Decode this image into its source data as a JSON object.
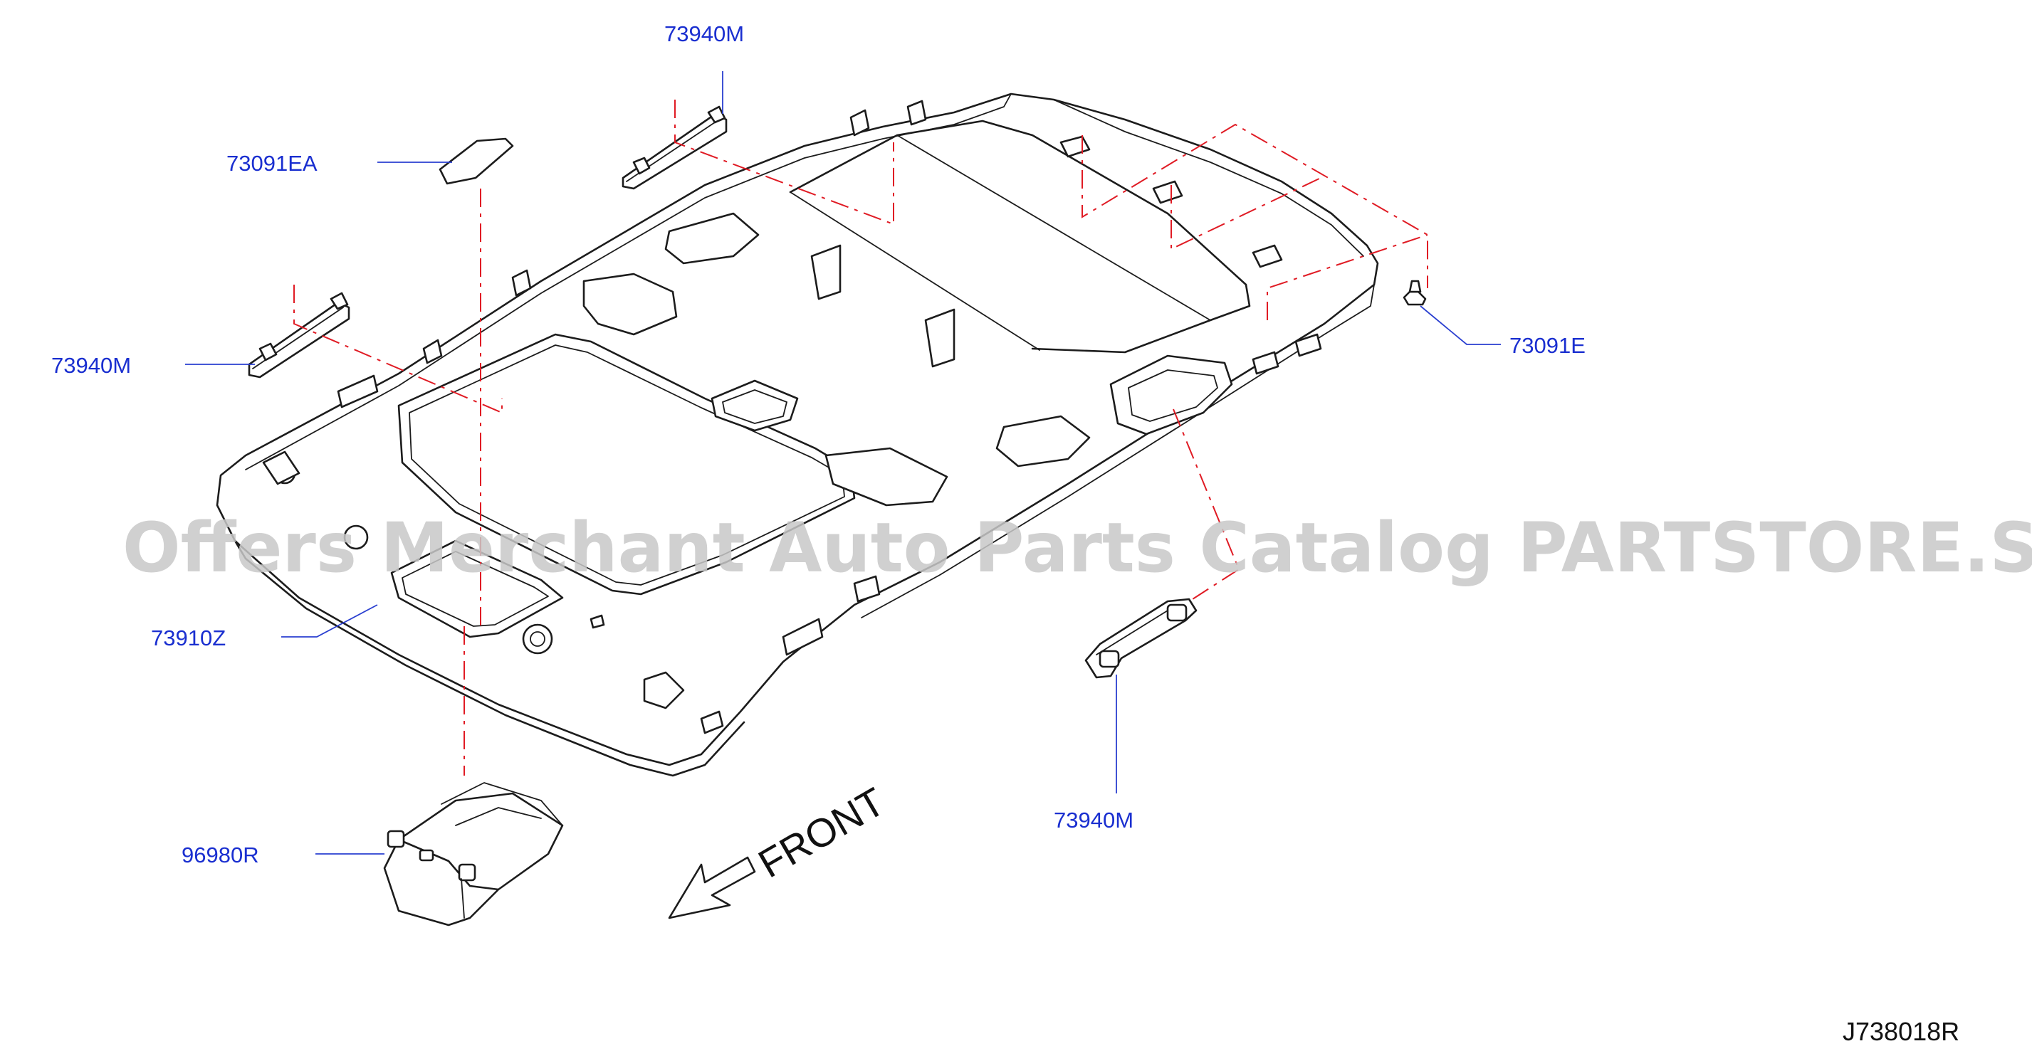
{
  "watermark": "Offers Merchant Auto Parts Catalog PARTSTORE.SA",
  "direction_label": "FRONT",
  "diagram_code": "J738018R",
  "colors": {
    "part_label": "#1a2fd0",
    "leader": "#2a3fd0",
    "dash_line": "#e01b24",
    "outline": "#1c1c1c",
    "watermark": "#c8c8c8"
  },
  "parts": [
    {
      "id": "grip-top",
      "number": "73940M"
    },
    {
      "id": "roof-patch",
      "number": "73091EA"
    },
    {
      "id": "grip-left",
      "number": "73940M"
    },
    {
      "id": "clip",
      "number": "73091E"
    },
    {
      "id": "headlining",
      "number": "73910Z"
    },
    {
      "id": "grip-right",
      "number": "73940M"
    },
    {
      "id": "map-lamp",
      "number": "96980R"
    }
  ]
}
